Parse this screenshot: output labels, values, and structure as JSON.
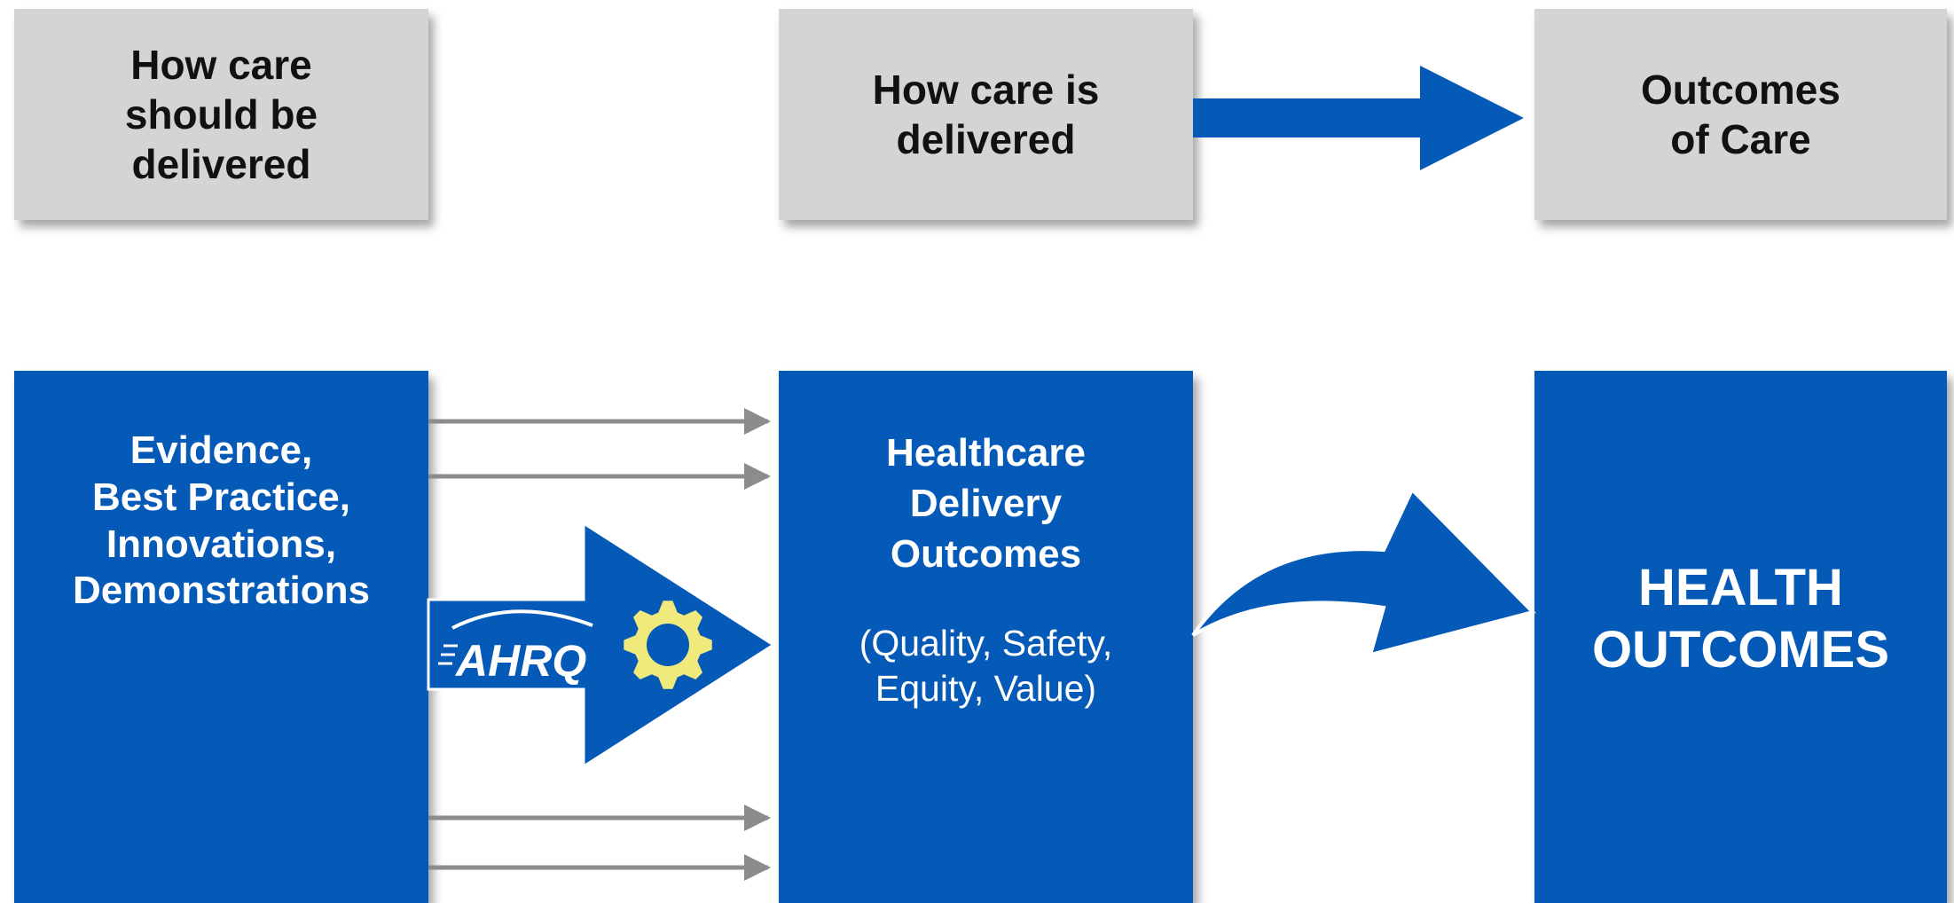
{
  "header_boxes": [
    {
      "label": "How care\nshould be\ndelivered"
    },
    {
      "label": "How care is\ndelivered"
    },
    {
      "label": "Outcomes\nof Care"
    }
  ],
  "evidence_box": {
    "label": "Evidence,\nBest Practice,\nInnovations,\nDemonstrations"
  },
  "delivery_box": {
    "title": "Healthcare\nDelivery\nOutcomes",
    "subtitle": "(Quality, Safety,\nEquity, Value)"
  },
  "health_box": {
    "label": "HEALTH\nOUTCOMES"
  },
  "center_arrow": {
    "logo_text": "AHRQ",
    "icon": "gear-icon"
  },
  "colors": {
    "blue": "#0559b7",
    "gray_box": "#d3d4d6",
    "gray_arrow": "#8c8c8c",
    "gear": "#f0ea7c"
  }
}
